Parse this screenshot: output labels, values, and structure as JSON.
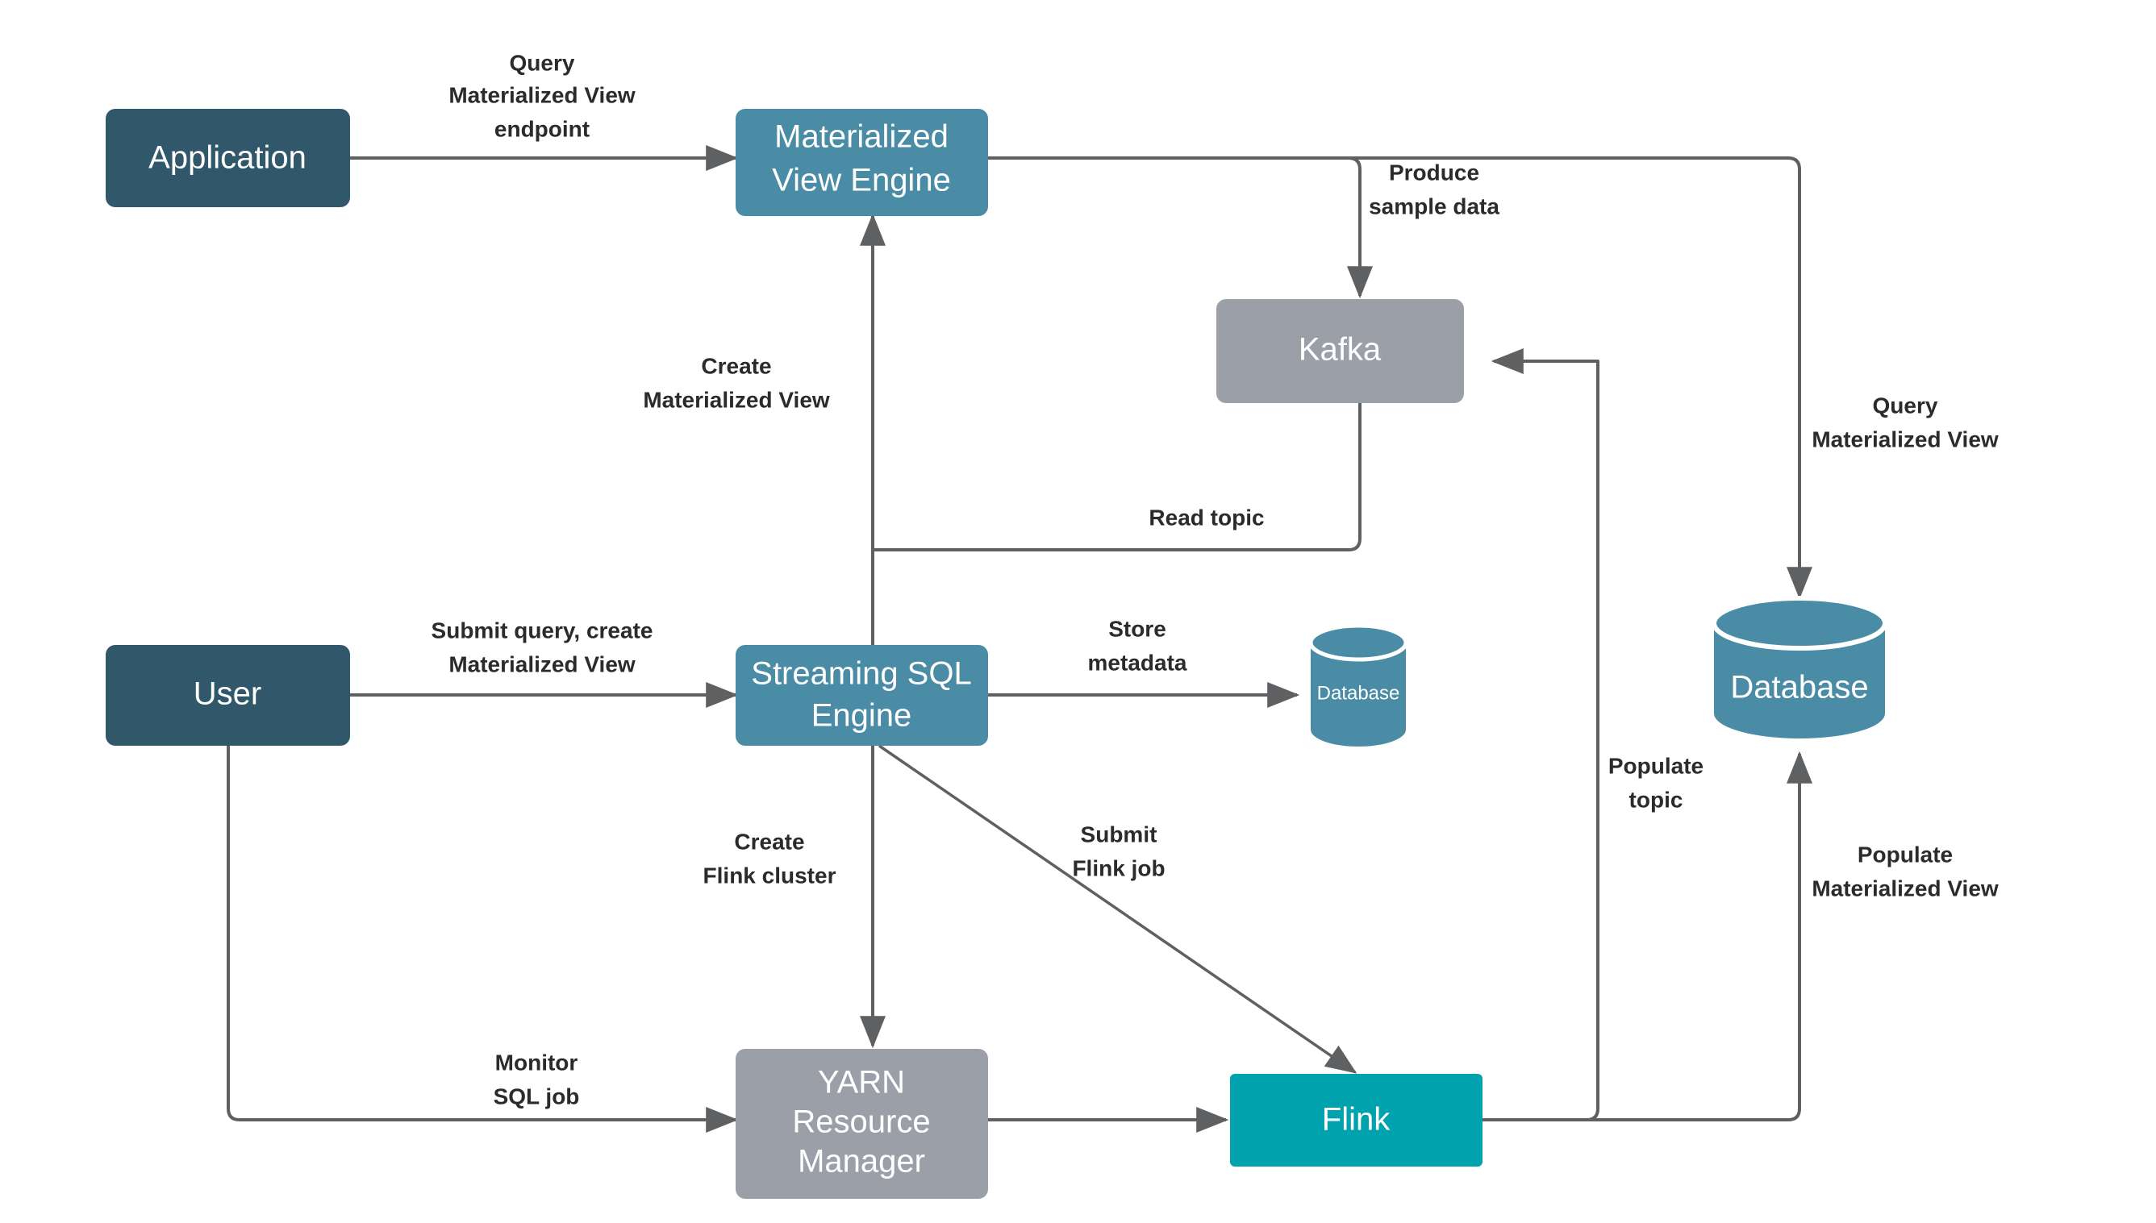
{
  "diagram": {
    "type": "architecture-flow-diagram",
    "background_color": "#ffffff",
    "palette": {
      "dark_teal": "#31586a",
      "mid_teal": "#4a8ca5",
      "gray": "#9ba0a8",
      "flink_teal": "#00a2ad",
      "edge_gray": "#5e6062",
      "label_text": "#2b2b2b",
      "node_text": "#ffffff"
    },
    "nodes": [
      {
        "id": "application",
        "label": "Application",
        "shape": "rounded-rect",
        "color": "#31586a",
        "lines": [
          "Application"
        ]
      },
      {
        "id": "mv-engine",
        "label": "Materialized View Engine",
        "shape": "rounded-rect",
        "color": "#4a8ca5",
        "lines": [
          "Materialized",
          "View Engine"
        ]
      },
      {
        "id": "kafka",
        "label": "Kafka",
        "shape": "rounded-rect",
        "color": "#9ba0a8",
        "lines": [
          "Kafka"
        ]
      },
      {
        "id": "user",
        "label": "User",
        "shape": "rounded-rect",
        "color": "#31586a",
        "lines": [
          "User"
        ]
      },
      {
        "id": "sql-engine",
        "label": "Streaming SQL Engine",
        "shape": "rounded-rect",
        "color": "#4a8ca5",
        "lines": [
          "Streaming SQL",
          "Engine"
        ]
      },
      {
        "id": "metadata-db",
        "label": "Database",
        "shape": "cylinder",
        "color": "#4a8ca5",
        "lines": [
          "Database"
        ]
      },
      {
        "id": "mv-db",
        "label": "Database",
        "shape": "cylinder",
        "color": "#4a8ca5",
        "lines": [
          "Database"
        ]
      },
      {
        "id": "yarn",
        "label": "YARN Resource Manager",
        "shape": "rounded-rect",
        "color": "#9ba0a8",
        "lines": [
          "YARN",
          "Resource",
          "Manager"
        ]
      },
      {
        "id": "flink",
        "label": "Flink",
        "shape": "rounded-rect",
        "color": "#00a2ad",
        "lines": [
          "Flink"
        ]
      }
    ],
    "edges": [
      {
        "id": "app-to-mve",
        "from": "application",
        "to": "mv-engine",
        "lines": [
          "Query",
          "Materialized View",
          "endpoint"
        ]
      },
      {
        "id": "mve-to-kafka",
        "from": "mv-engine",
        "to": "kafka",
        "lines": [
          "Produce",
          "sample data"
        ]
      },
      {
        "id": "mve-to-mvdb",
        "from": "mv-engine",
        "to": "mv-db",
        "lines": [
          "Query",
          "Materialized View"
        ]
      },
      {
        "id": "kafka-to-mve",
        "from": "kafka",
        "to": "mv-engine",
        "lines": [
          "Read topic"
        ]
      },
      {
        "id": "sqle-to-mve",
        "from": "sql-engine",
        "to": "mv-engine",
        "lines": [
          "Create",
          "Materialized View"
        ]
      },
      {
        "id": "user-to-sqle",
        "from": "user",
        "to": "sql-engine",
        "lines": [
          "Submit query, create",
          "Materialized View"
        ]
      },
      {
        "id": "sqle-to-metadb",
        "from": "sql-engine",
        "to": "metadata-db",
        "lines": [
          "Store",
          "metadata"
        ]
      },
      {
        "id": "sqle-to-yarn",
        "from": "sql-engine",
        "to": "yarn",
        "lines": [
          "Create",
          "Flink cluster"
        ]
      },
      {
        "id": "sqle-to-flink",
        "from": "sql-engine",
        "to": "flink",
        "lines": [
          "Submit",
          "Flink job"
        ]
      },
      {
        "id": "user-to-yarn",
        "from": "user",
        "to": "yarn",
        "lines": [
          "Monitor",
          "SQL job"
        ]
      },
      {
        "id": "flink-to-kafka",
        "from": "flink",
        "to": "kafka",
        "lines": [
          "Populate",
          "topic"
        ]
      },
      {
        "id": "flink-to-mvdb",
        "from": "flink",
        "to": "mv-db",
        "lines": [
          "Populate",
          "Materialized View"
        ]
      },
      {
        "id": "yarn-to-flink",
        "from": "yarn",
        "to": "flink",
        "lines": []
      }
    ],
    "labels": {
      "application": "Application",
      "mv_engine_l1": "Materialized",
      "mv_engine_l2": "View Engine",
      "kafka": "Kafka",
      "user": "User",
      "sql_engine_l1": "Streaming SQL",
      "sql_engine_l2": "Engine",
      "metadata_db": "Database",
      "mv_db": "Database",
      "yarn_l1": "YARN",
      "yarn_l2": "Resource",
      "yarn_l3": "Manager",
      "flink": "Flink",
      "e_query_1": "Query",
      "e_query_2": "Materialized View",
      "e_query_3": "endpoint",
      "e_produce_1": "Produce",
      "e_produce_2": "sample data",
      "e_querymv_1": "Query",
      "e_querymv_2": "Materialized View",
      "e_readtopic": "Read topic",
      "e_createmv_1": "Create",
      "e_createmv_2": "Materialized View",
      "e_submit_1": "Submit query, create",
      "e_submit_2": "Materialized View",
      "e_store_1": "Store",
      "e_store_2": "metadata",
      "e_cluster_1": "Create",
      "e_cluster_2": "Flink cluster",
      "e_job_1": "Submit",
      "e_job_2": "Flink job",
      "e_monitor_1": "Monitor",
      "e_monitor_2": "SQL job",
      "e_poptopic_1": "Populate",
      "e_poptopic_2": "topic",
      "e_popmv_1": "Populate",
      "e_popmv_2": "Materialized View"
    }
  }
}
